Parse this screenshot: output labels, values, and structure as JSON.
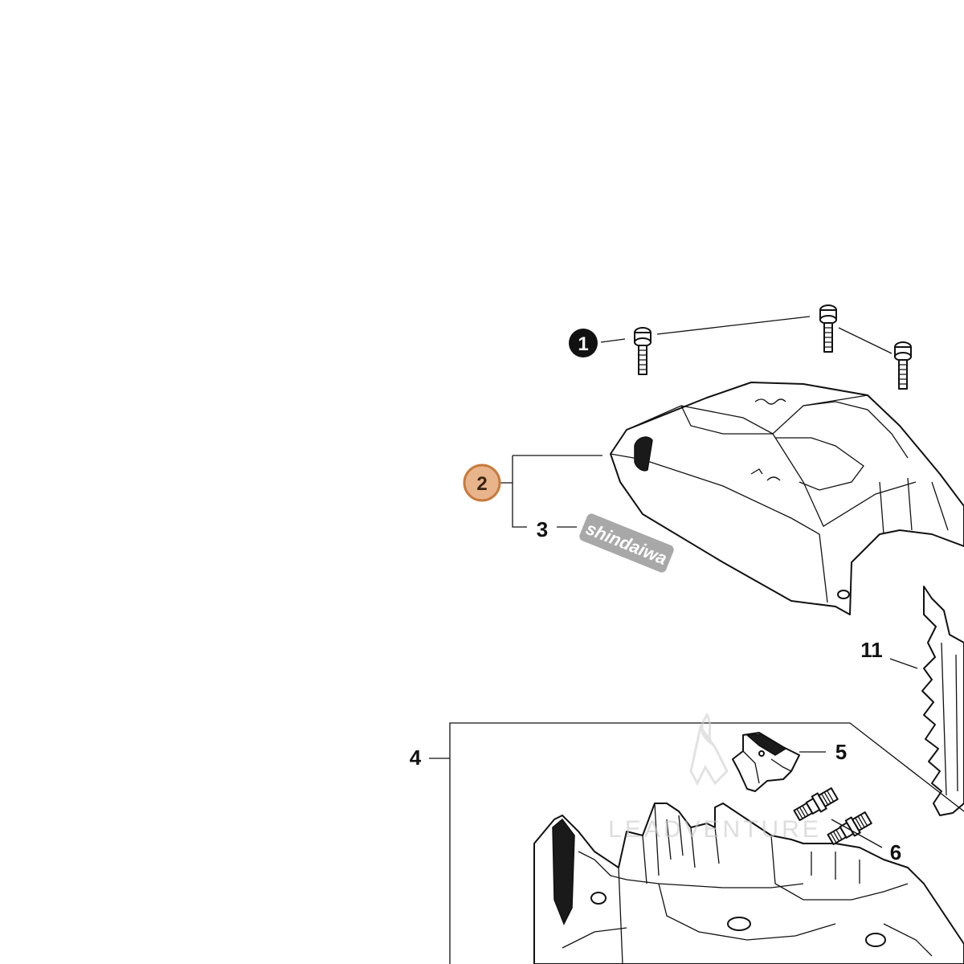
{
  "callouts": {
    "c1": "1",
    "c2": "2",
    "c3": "3",
    "c4": "4",
    "c5": "5",
    "c6": "6",
    "c11": "11"
  },
  "decal_text": "shindaiwa",
  "watermark_text": "LEADVENTURE",
  "colors": {
    "highlight_fill": "#e8b48c",
    "highlight_stroke": "#c87a3c",
    "badge_dark": "#111111",
    "decal_gray": "#a8a8a8",
    "line": "#111111",
    "watermark": "#d0d0d0"
  }
}
